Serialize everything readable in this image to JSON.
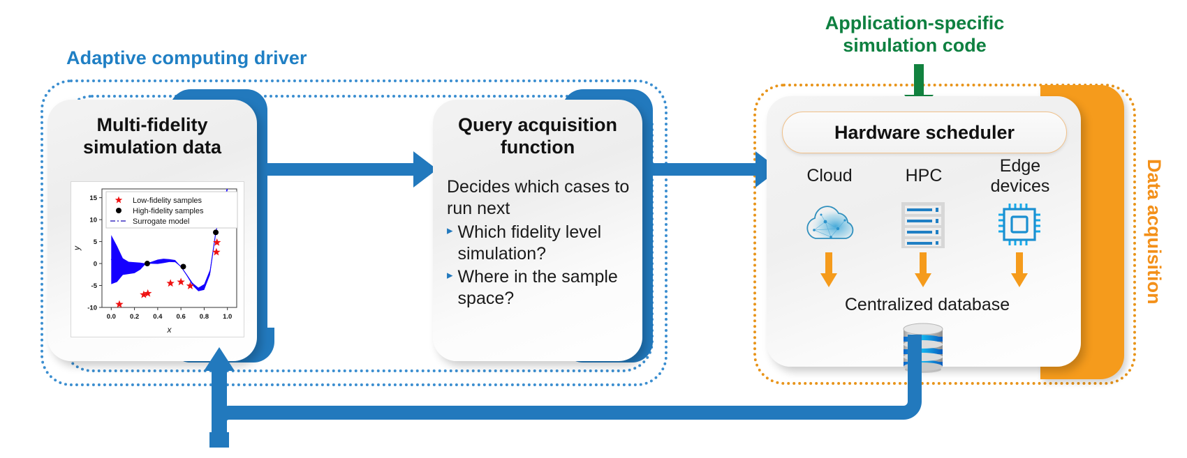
{
  "groups": {
    "driver_label": "Adaptive computing driver",
    "driver_color": "#1f7fc4",
    "sim_code_label_line1": "Application-specific",
    "sim_code_label_line2": "simulation code",
    "sim_code_color": "#0e8040",
    "data_acquisition_label": "Data acquisition",
    "data_acquisition_color": "#f39019"
  },
  "cards": {
    "multifidelity": {
      "title_line1": "Multi-fidelity",
      "title_line2": "simulation data"
    },
    "query": {
      "title_line1": "Query acquisition",
      "title_line2": "function",
      "intro": "Decides which cases to run next",
      "bullets": [
        "Which fidelity level simulation?",
        "Where in the sample space?"
      ],
      "bullet_glyph": "▸"
    },
    "scheduler": {
      "title": "Hardware scheduler",
      "resources": [
        {
          "label": "Cloud",
          "icon": "cloud-icon"
        },
        {
          "label": "HPC",
          "icon": "server-rack-icon"
        },
        {
          "label_line1": "Edge",
          "label_line2": "devices",
          "icon": "cpu-chip-icon"
        }
      ],
      "database_label": "Centralized database",
      "database_icon": "database-cylinder-icon"
    }
  },
  "chart_data": {
    "type": "scatter",
    "title": "",
    "xlabel": "x",
    "ylabel": "y",
    "xlim": [
      -0.08,
      1.08
    ],
    "ylim": [
      -10,
      17
    ],
    "xticks": [
      "0.0",
      "0.2",
      "0.4",
      "0.6",
      "0.8",
      "1.0"
    ],
    "xtick_values": [
      0.0,
      0.2,
      0.4,
      0.6,
      0.8,
      1.0
    ],
    "yticks": [
      "-10",
      "-5",
      "0",
      "5",
      "10",
      "15"
    ],
    "ytick_values": [
      -10,
      -5,
      0,
      5,
      10,
      15
    ],
    "grid": false,
    "legend_position": "upper-left",
    "legend": [
      {
        "name": "Low-fidelity samples",
        "marker": "star",
        "color": "#ee1111"
      },
      {
        "name": "High-fidelity samples",
        "marker": "circle",
        "color": "#000000"
      },
      {
        "name": "Surrogate model",
        "marker": "dashdot-line",
        "color": "#3b2fc0"
      }
    ],
    "series": [
      {
        "name": "Low-fidelity samples",
        "marker": "star",
        "color": "#ee1111",
        "points": [
          [
            0.07,
            -9.3
          ],
          [
            0.28,
            -7.1
          ],
          [
            0.315,
            -6.8
          ],
          [
            0.51,
            -4.5
          ],
          [
            0.6,
            -4.2
          ],
          [
            0.68,
            -5.1
          ],
          [
            0.91,
            4.8
          ],
          [
            0.905,
            2.6
          ]
        ]
      },
      {
        "name": "High-fidelity samples",
        "marker": "circle",
        "color": "#000000",
        "points": [
          [
            0.31,
            0.0
          ],
          [
            0.62,
            -0.7
          ],
          [
            0.9,
            7.1
          ]
        ]
      },
      {
        "name": "Surrogate model",
        "marker": "dashdot-line",
        "color": "#1500ff",
        "x": [
          0.0,
          0.05,
          0.1,
          0.15,
          0.2,
          0.25,
          0.3,
          0.35,
          0.4,
          0.45,
          0.5,
          0.55,
          0.6,
          0.65,
          0.7,
          0.75,
          0.8,
          0.85,
          0.9,
          0.95,
          1.0
        ],
        "y": [
          1.0,
          -1.2,
          -1.4,
          -0.9,
          -0.4,
          -0.1,
          0.0,
          0.2,
          0.4,
          0.6,
          0.7,
          0.5,
          -0.7,
          -2.6,
          -4.6,
          -5.9,
          -5.4,
          -2.0,
          7.1,
          13.0,
          17.0
        ],
        "band_upper": [
          6.5,
          4.0,
          1.2,
          0.4,
          0.3,
          0.2,
          0.0,
          0.45,
          0.9,
          1.1,
          1.0,
          0.8,
          -0.7,
          -2.5,
          -4.4,
          -5.5,
          -4.7,
          -1.4,
          7.1,
          13.2,
          17.5
        ],
        "band_lower": [
          -4.7,
          -4.2,
          -2.6,
          -2.4,
          -2.2,
          -1.4,
          0.0,
          -0.05,
          -0.1,
          0.1,
          0.35,
          0.3,
          -0.7,
          -2.8,
          -5.0,
          -6.3,
          -6.0,
          -2.6,
          7.1,
          12.8,
          16.5
        ]
      }
    ]
  }
}
